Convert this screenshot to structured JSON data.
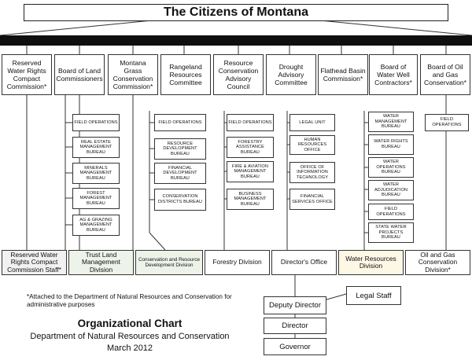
{
  "header": {
    "title": "The Citizens of Montana"
  },
  "commissions": [
    {
      "label": "Reserved Water Rights Compact Commission*"
    },
    {
      "label": "Board of Land Commissioners"
    },
    {
      "label": "Montana Grass Conservation Commission*"
    },
    {
      "label": "Rangeland Resources Committee"
    },
    {
      "label": "Resource Conservation Advisory Council"
    },
    {
      "label": "Drought Advisory Committee"
    },
    {
      "label": "Flathead Basin Commission*"
    },
    {
      "label": "Board of Water Well Contractors*"
    },
    {
      "label": "Board of Oil and Gas Conservation*"
    }
  ],
  "bureau_columns": [
    {
      "items": [
        "Field Operations",
        "Real Estate Management Bureau",
        "Minerals Management Bureau",
        "Forest Management Bureau",
        "Ag & Grazing Management Bureau"
      ]
    },
    {
      "items": [
        "Field Operations",
        "Resource Development Bureau",
        "Financial Development Bureau",
        "Conservation Districts Bureau"
      ]
    },
    {
      "items": [
        "Field Operations",
        "Forestry Assistance Bureau",
        "Fire & Aviation Management Bureau",
        "Business Management Bureau"
      ]
    },
    {
      "items": [
        "Legal Unit",
        "Human Resources Office",
        "Office of Information Technology",
        "Financial Services Office"
      ]
    },
    {
      "items": [
        "Water Management Bureau",
        "Water Rights Bureau",
        "Water Operations Bureau",
        "Water Adjudication Bureau",
        "Field Operations",
        "State Water Projects Bureau"
      ]
    },
    {
      "items": [
        "Field Operations"
      ]
    }
  ],
  "divisions": [
    {
      "label": "Reserved Water Rights Compact Commission Staff*"
    },
    {
      "label": "Trust Land Management Division"
    },
    {
      "label": "Conservation and Resource Development Division"
    },
    {
      "label": "Forestry Division"
    },
    {
      "label": "Director's Office"
    },
    {
      "label": "Water Resources Division"
    },
    {
      "label": "Oil and Gas Conservation Division*"
    }
  ],
  "footnote": "*Attached to the Department of Natural Resources and Conservation for administrative purposes",
  "chain": {
    "deputy": "Deputy Director",
    "director": "Director",
    "governor": "Governor",
    "legal": "Legal Staff"
  },
  "caption": {
    "title": "Organizational Chart",
    "line1": "Department of Natural Resources and Conservation",
    "line2": "March 2012"
  },
  "colors": {
    "bar": "#0f0f0f",
    "line": "#333333"
  }
}
